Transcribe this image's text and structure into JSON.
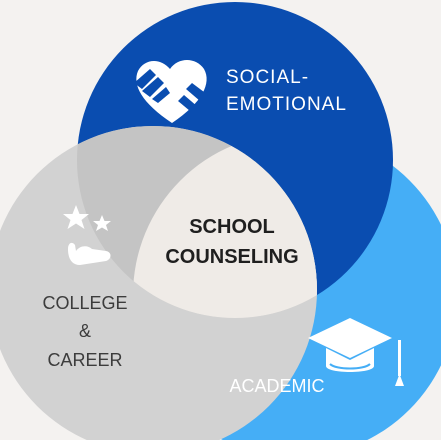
{
  "diagram": {
    "center_label": {
      "line1": "SCHOOL",
      "line2": "COUNSELING"
    },
    "circles": {
      "social_emotional": {
        "line1": "SOCIAL-",
        "line2": "EMOTIONAL",
        "icon": "hands-heart-icon"
      },
      "college_career": {
        "line1": "COLLEGE",
        "line2": "&",
        "line3": "CAREER",
        "icon": "stars-hand-icon"
      },
      "academic": {
        "line1": "ACADEMIC",
        "icon": "graduation-cap-icon"
      }
    },
    "colors": {
      "background": "#f4f2f0",
      "social_emotional": "#0a4db0",
      "academic": "#45aef6",
      "college_career": "#d2d2d2",
      "center": "#efebe7",
      "center_text": "#1f1f1f",
      "gray_text": "#3c3c3c"
    }
  }
}
